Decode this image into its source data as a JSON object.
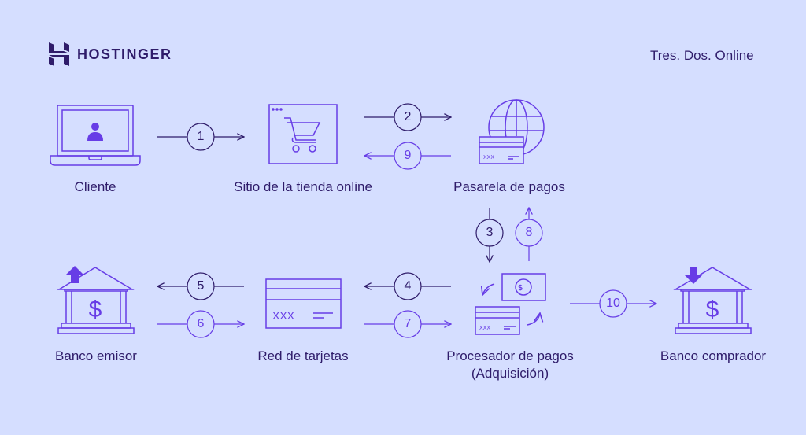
{
  "header": {
    "brand": "HOSTINGER",
    "tagline": "Tres. Dos. Online"
  },
  "colors": {
    "background": "#d5deff",
    "navy": "#2f1c6a",
    "purple": "#673de6"
  },
  "nodes": [
    {
      "id": "cliente",
      "label": "Cliente",
      "icon": "laptop-user-icon"
    },
    {
      "id": "tienda",
      "label": "Sitio de la tienda online",
      "icon": "shopping-cart-browser-icon"
    },
    {
      "id": "pasarela",
      "label": "Pasarela de pagos",
      "icon": "globe-card-icon"
    },
    {
      "id": "procesador",
      "label": "Procesador de pagos",
      "label2": "(Adquisición)",
      "icon": "card-money-exchange-icon"
    },
    {
      "id": "red",
      "label": "Red de tarjetas",
      "icon": "credit-card-icon"
    },
    {
      "id": "emisor",
      "label": "Banco emisor",
      "icon": "bank-upload-icon"
    },
    {
      "id": "comprador",
      "label": "Banco comprador",
      "icon": "bank-download-icon"
    }
  ],
  "steps": [
    {
      "n": "1",
      "from": "Cliente",
      "to": "Sitio de la tienda online"
    },
    {
      "n": "2",
      "from": "Sitio de la tienda online",
      "to": "Pasarela de pagos"
    },
    {
      "n": "3",
      "from": "Pasarela de pagos",
      "to": "Procesador de pagos"
    },
    {
      "n": "4",
      "from": "Procesador de pagos",
      "to": "Red de tarjetas"
    },
    {
      "n": "5",
      "from": "Red de tarjetas",
      "to": "Banco emisor"
    },
    {
      "n": "6",
      "from": "Banco emisor",
      "to": "Red de tarjetas"
    },
    {
      "n": "7",
      "from": "Red de tarjetas",
      "to": "Procesador de pagos"
    },
    {
      "n": "8",
      "from": "Procesador de pagos",
      "to": "Pasarela de pagos"
    },
    {
      "n": "9",
      "from": "Pasarela de pagos",
      "to": "Sitio de la tienda online"
    },
    {
      "n": "10",
      "from": "Procesador de pagos",
      "to": "Banco comprador"
    }
  ],
  "card_text": "XXX"
}
